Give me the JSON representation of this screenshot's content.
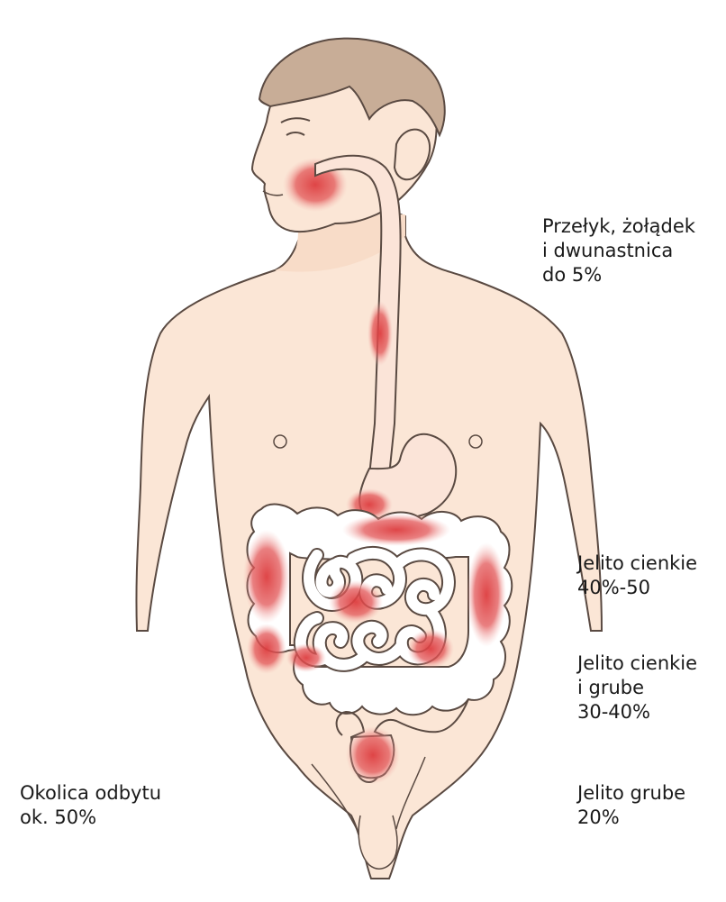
{
  "labels": {
    "esophagus": [
      "Przełyk, żołądek",
      "i dwunastnica",
      "do 5%"
    ],
    "small_intestine": [
      "Jelito cienkie",
      "40%-50"
    ],
    "small_and_large": [
      "Jelito cienkie",
      "i grube",
      "30-40%"
    ],
    "large_intestine": [
      "Jelito grube",
      "20%"
    ],
    "anal_region": [
      "Okolica odbytu",
      "ok. 50%"
    ]
  },
  "colors": {
    "skin": "#fbe6d6",
    "outline": "#5a4a42",
    "hair": "#c8ad97",
    "tract_pale": "#fbe4d8",
    "inflammation": "#dd3c3e",
    "intestine_white": "#ffffff"
  }
}
